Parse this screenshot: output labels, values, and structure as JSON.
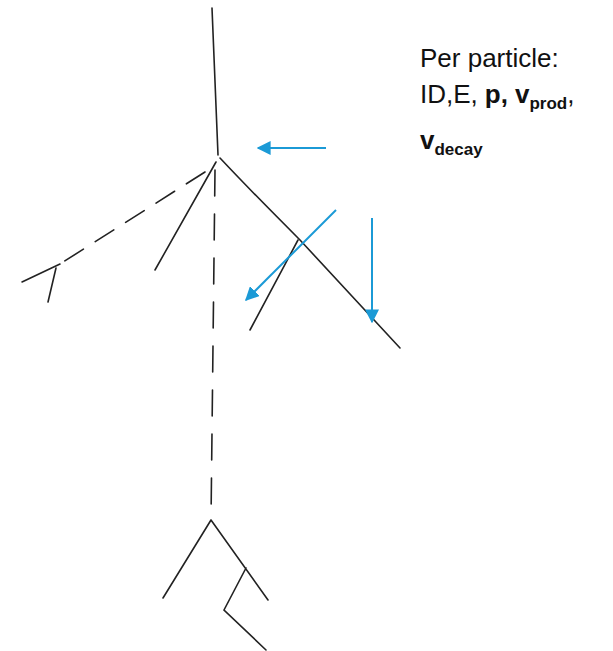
{
  "diagram": {
    "labels": [
      "Per particle:",
      "ID,E,",
      "p,",
      "v",
      "prod",
      ",",
      "v",
      "decay"
    ]
  }
}
